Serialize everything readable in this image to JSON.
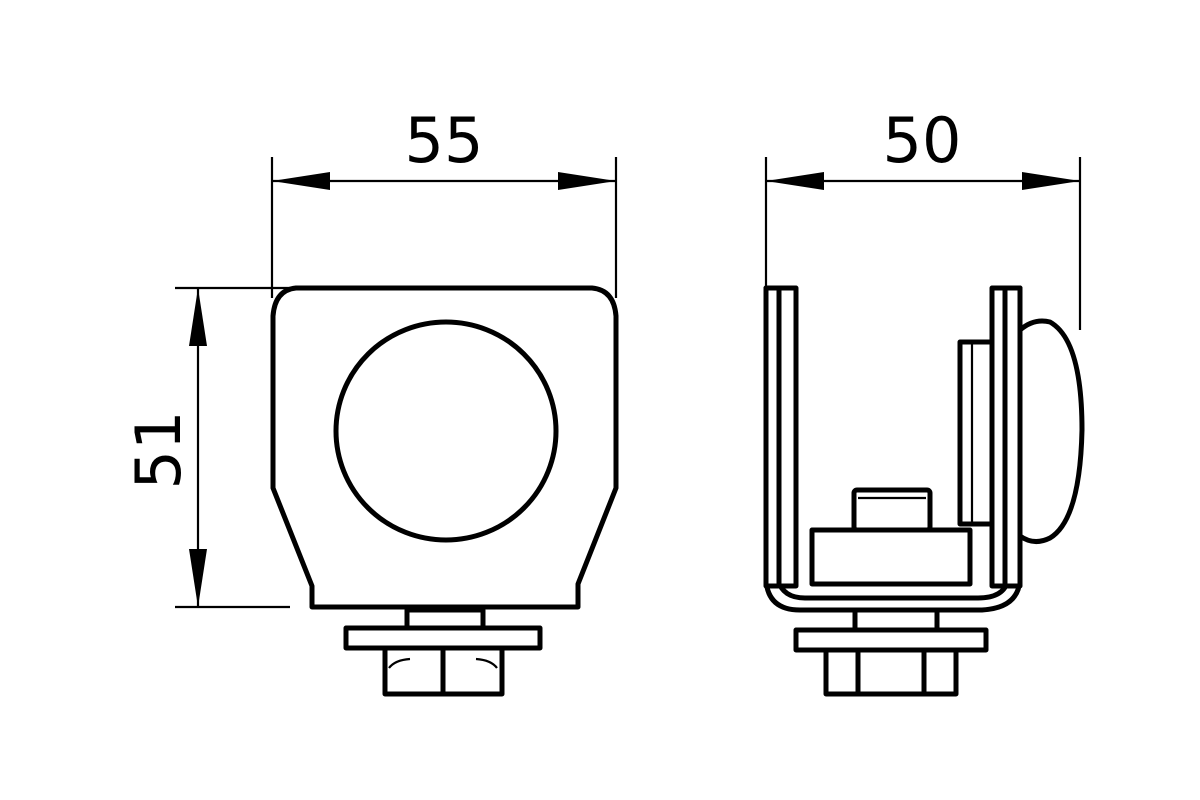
{
  "dimensions": {
    "width_front": "55",
    "width_side": "50",
    "height_front": "51"
  },
  "colors": {
    "line": "#000000",
    "background": "#ffffff"
  }
}
